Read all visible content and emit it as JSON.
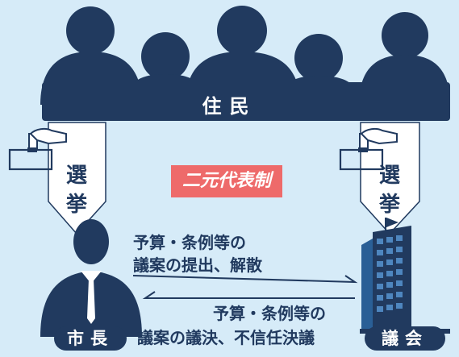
{
  "residents_label": "住民",
  "left_vote_label": "選挙",
  "right_vote_label": "選挙",
  "system_label": "二元代表制",
  "mayor_to_council": [
    "予算・条例等の",
    "議案の提出、解散"
  ],
  "council_to_mayor": [
    "予算・条例等の",
    "議案の議決、不信任決議"
  ],
  "mayor_label": "市長",
  "council_label": "議会",
  "colors": {
    "background": "#d6ebf8",
    "navy": "#213a5f",
    "badge_red": "#ee6a6a",
    "banner_white": "#ffffff"
  }
}
